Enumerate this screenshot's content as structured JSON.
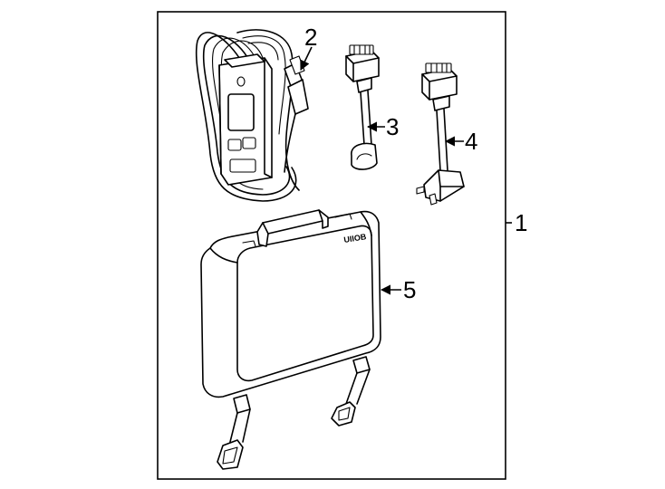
{
  "diagram": {
    "callouts": [
      {
        "id": "assembly",
        "label": "1"
      },
      {
        "id": "charger",
        "label": "2"
      },
      {
        "id": "adapter-a",
        "label": "3"
      },
      {
        "id": "adapter-b",
        "label": "4"
      },
      {
        "id": "case",
        "label": "5"
      }
    ],
    "case_logo": "UIIOB"
  }
}
